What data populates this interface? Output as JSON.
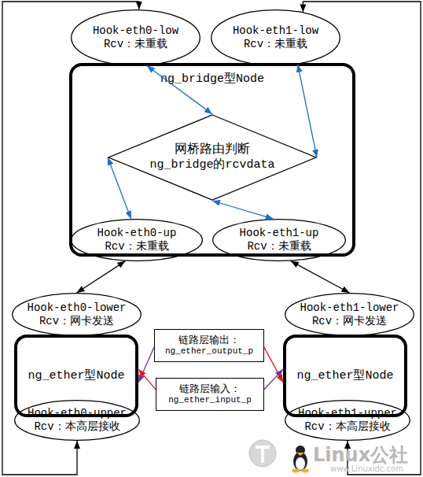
{
  "diagram": {
    "nodes": [
      {
        "text": [
          "Hook-eth0-low",
          "Rcv：未重载"
        ]
      },
      {
        "text": [
          "Hook-eth1-low",
          "Rcv：未重载"
        ]
      },
      {
        "text": [
          "ng_bridge型Node"
        ]
      },
      {
        "text": [
          "网桥路由判断",
          "ng_bridge的rcvdata"
        ],
        "in": 2
      },
      {
        "text": [
          "Hook-eth0-up",
          "Rcv：未重载"
        ],
        "in": 2
      },
      {
        "text": [
          "Hook-eth1-up",
          "Rcv：未重载"
        ],
        "in": 2
      },
      {
        "text": [
          "Hook-eth0-lower",
          "Rcv：网卡发送"
        ]
      },
      {
        "text": [
          "Hook-eth1-lower",
          "Rcv：网卡发送"
        ]
      },
      {
        "text": [
          "链路层输出：",
          "ng_ether_output_p"
        ]
      },
      {
        "text": [
          "ng_ether型Node"
        ]
      },
      {
        "text": [
          "ng_ether型Node"
        ]
      },
      {
        "text": [
          "链路层输入：",
          "ng_ether_input_p"
        ]
      },
      {
        "text": [
          "Hook-eth0-upper",
          "Rcv：本高层接收"
        ]
      },
      {
        "text": [
          "Hook-eth1-upper",
          "Rcv：本高层接收"
        ]
      }
    ],
    "edges": [
      {
        "from": 0,
        "to": 12,
        "arrow": "both"
      },
      {
        "from": 1,
        "to": 13,
        "arrow": "both"
      },
      {
        "from": 0,
        "to": 3,
        "arrow": "both"
      },
      {
        "from": 1,
        "to": 3,
        "arrow": "both"
      },
      {
        "from": 4,
        "to": 3,
        "arrow": "both"
      },
      {
        "from": 5,
        "to": 3,
        "arrow": "both"
      },
      {
        "from": 4,
        "to": 6,
        "arrow": "both"
      },
      {
        "from": 5,
        "to": 7,
        "arrow": "both"
      },
      {
        "from": 8,
        "to": 9,
        "arrow": "to"
      },
      {
        "from": 11,
        "to": 9,
        "arrow": "to"
      },
      {
        "from": 8,
        "to": 10,
        "arrow": "to"
      },
      {
        "from": 11,
        "to": 10,
        "arrow": "to"
      }
    ],
    "labels": [
      "Linux公社",
      "www.Linuxidc.com"
    ]
  }
}
